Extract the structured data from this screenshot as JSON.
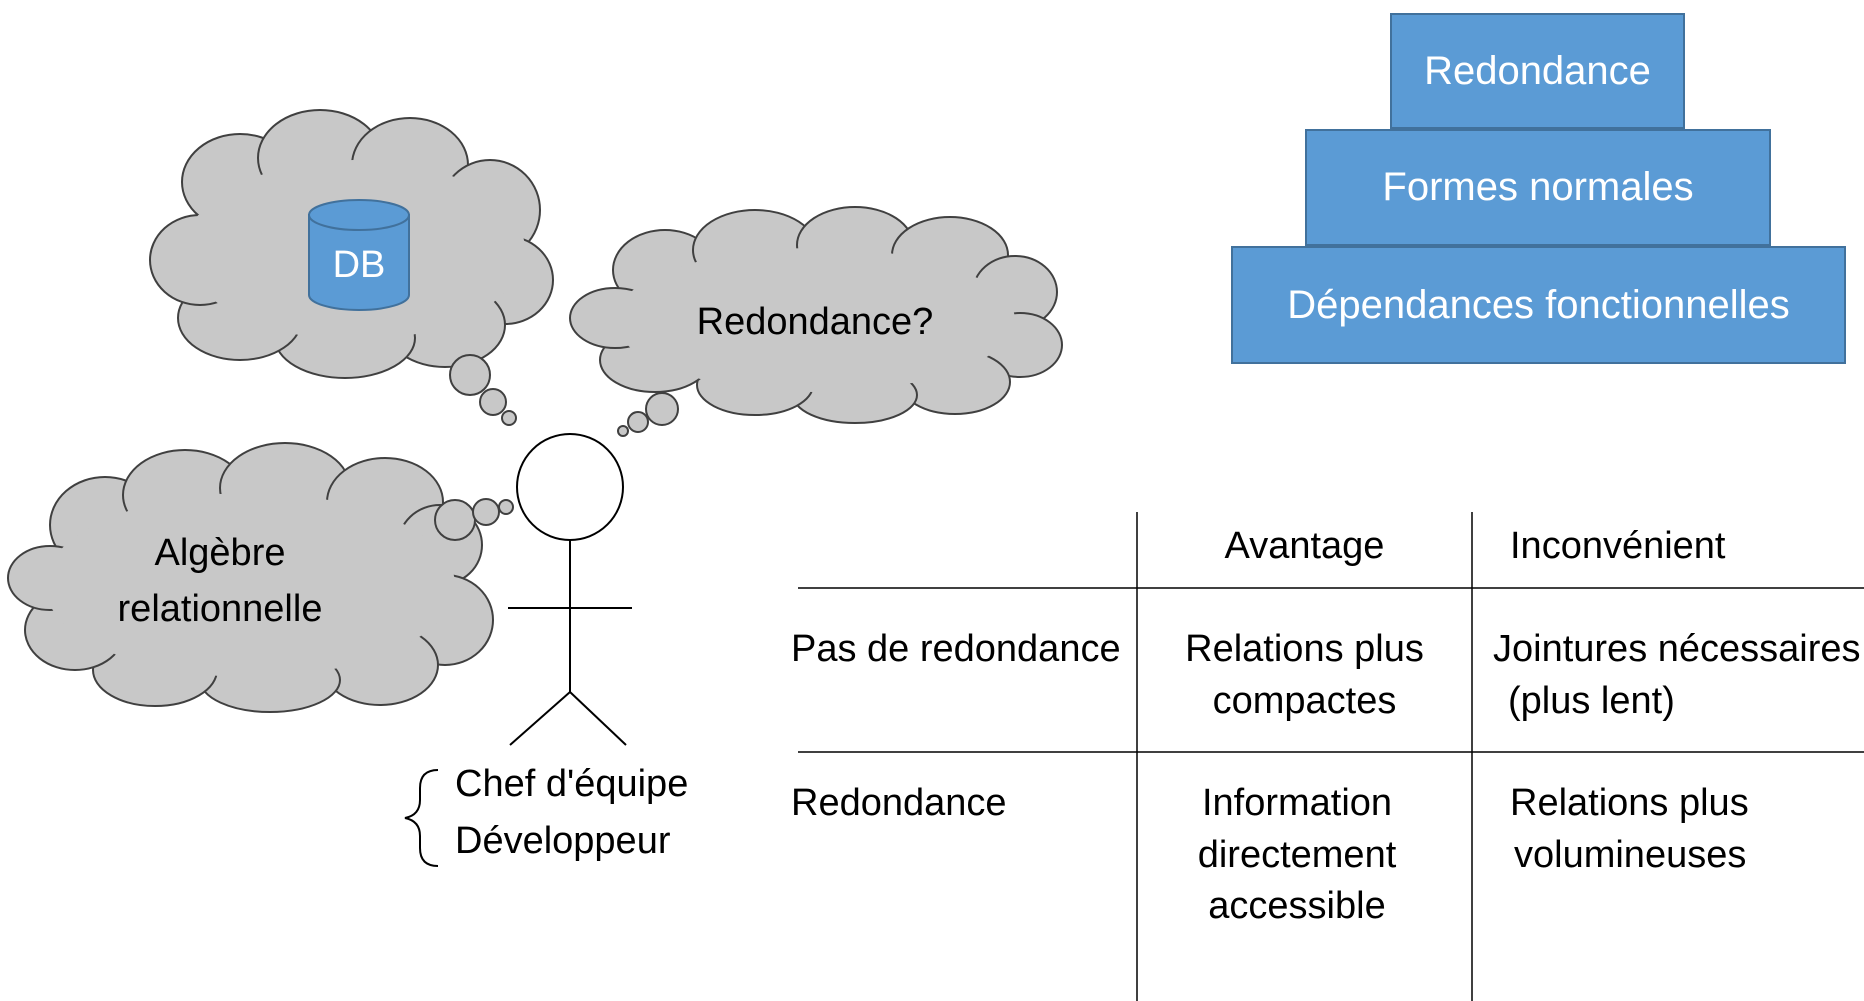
{
  "clouds": {
    "database": {
      "label": "DB"
    },
    "question": {
      "label": "Redondance?"
    },
    "algebra": {
      "lines": [
        "Algèbre",
        "relationnelle"
      ]
    }
  },
  "roles": [
    "Chef d'équipe",
    "Développeur"
  ],
  "pyramid": {
    "levels": [
      "Redondance",
      "Formes normales",
      "Dépendances fonctionnelles"
    ],
    "fill_color": "#5b9bd5",
    "border_color": "#41719c",
    "text_color": "#ffffff"
  },
  "cloud_colors": {
    "fill": "#c8c8c8",
    "stroke": "#404040"
  },
  "cylinder_colors": {
    "fill": "#5b9bd5",
    "stroke": "#41719c"
  },
  "table": {
    "headers": [
      "",
      "Avantage",
      "Inconvénient"
    ],
    "rows": [
      {
        "label": "Pas de redondance",
        "advantage": [
          "Relations plus",
          "compactes"
        ],
        "disadvantage": [
          "Jointures nécessaires",
          "(plus lent)"
        ]
      },
      {
        "label": "Redondance",
        "advantage": [
          "Information",
          "directement",
          "accessible"
        ],
        "disadvantage": [
          "Relations plus",
          "volumineuses"
        ]
      }
    ]
  }
}
